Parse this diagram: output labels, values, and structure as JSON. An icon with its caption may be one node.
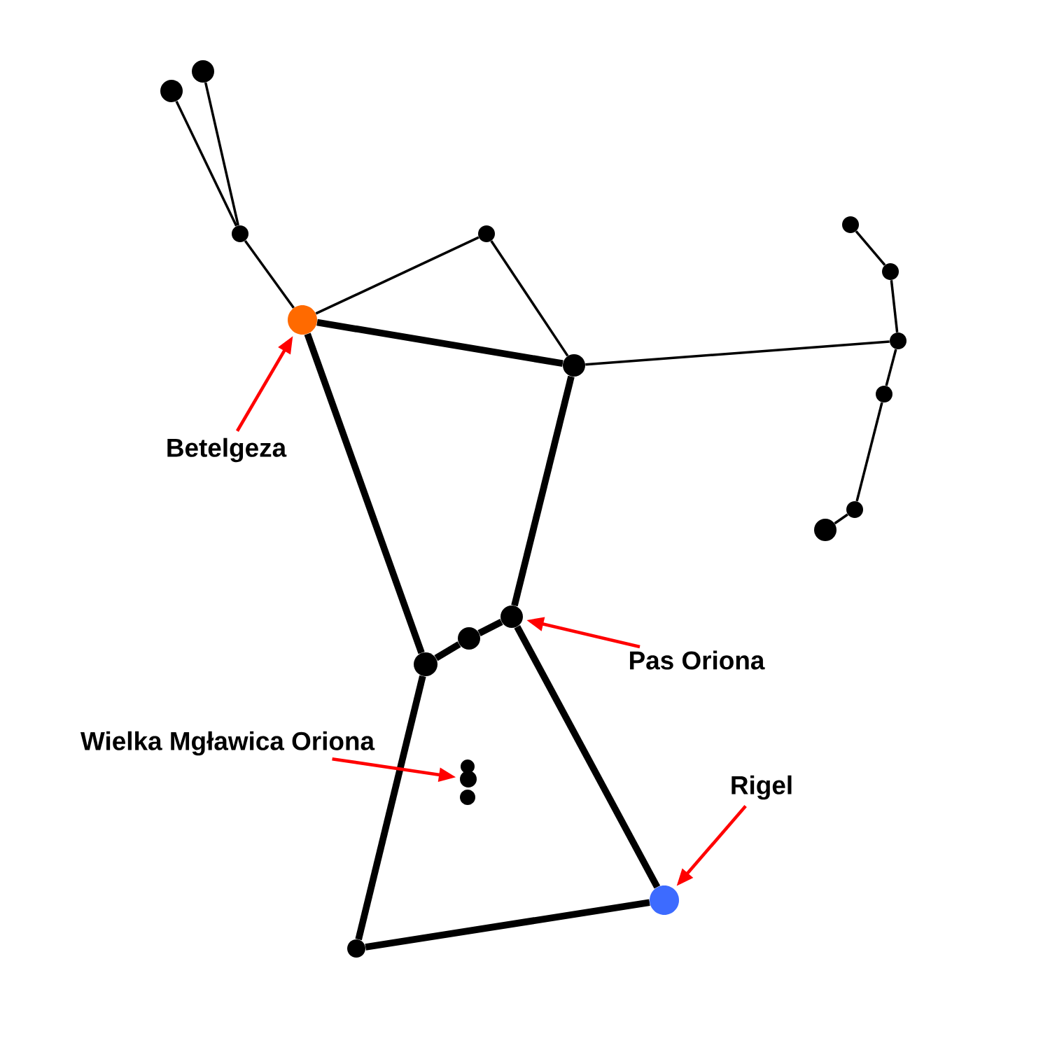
{
  "diagram": {
    "nodes": [
      {
        "text": [],
        "shape": "circle"
      },
      {
        "text": [],
        "shape": "circle"
      },
      {
        "text": [],
        "shape": "circle"
      },
      {
        "text": [],
        "shape": "circle"
      },
      {
        "text": [],
        "shape": "circle"
      },
      {
        "text": [],
        "shape": "circle"
      },
      {
        "text": [],
        "shape": "circle"
      },
      {
        "text": [],
        "shape": "circle"
      },
      {
        "text": [],
        "shape": "circle"
      },
      {
        "text": [],
        "shape": "circle"
      },
      {
        "text": [],
        "shape": "circle"
      },
      {
        "text": [],
        "shape": "circle"
      },
      {
        "text": [],
        "shape": "circle"
      },
      {
        "text": [],
        "shape": "circle"
      },
      {
        "text": [],
        "shape": "circle"
      },
      {
        "text": [],
        "shape": "circle"
      },
      {
        "text": [],
        "shape": "circle"
      },
      {
        "text": [],
        "shape": "circle"
      },
      {
        "text": [],
        "shape": "circle"
      },
      {
        "text": [],
        "shape": "circle"
      },
      {
        "text": [
          "Betelgeza"
        ]
      },
      {
        "text": [
          "Pas Oriona"
        ]
      },
      {
        "text": [
          "Wielka Mgławica Oriona"
        ]
      },
      {
        "text": [
          "Rigel"
        ]
      }
    ],
    "edges": [
      {
        "from": 0,
        "to": 2,
        "arrow": "none"
      },
      {
        "from": 1,
        "to": 2,
        "arrow": "none"
      },
      {
        "from": 2,
        "to": 3,
        "arrow": "none"
      },
      {
        "from": 3,
        "to": 4,
        "arrow": "none"
      },
      {
        "from": 4,
        "to": 5,
        "arrow": "none"
      },
      {
        "from": 3,
        "to": 5,
        "arrow": "none",
        "style": "thick"
      },
      {
        "from": 5,
        "to": 8,
        "arrow": "none"
      },
      {
        "from": 6,
        "to": 7,
        "arrow": "none"
      },
      {
        "from": 7,
        "to": 8,
        "arrow": "none"
      },
      {
        "from": 8,
        "to": 9,
        "arrow": "none"
      },
      {
        "from": 9,
        "to": 10,
        "arrow": "none"
      },
      {
        "from": 10,
        "to": 11,
        "arrow": "none"
      },
      {
        "from": 3,
        "to": 14,
        "arrow": "none",
        "style": "thick"
      },
      {
        "from": 5,
        "to": 12,
        "arrow": "none",
        "style": "thick"
      },
      {
        "from": 12,
        "to": 13,
        "arrow": "none",
        "style": "thick"
      },
      {
        "from": 13,
        "to": 14,
        "arrow": "none",
        "style": "thick"
      },
      {
        "from": 12,
        "to": 18,
        "arrow": "none",
        "style": "thick"
      },
      {
        "from": 14,
        "to": 19,
        "arrow": "none",
        "style": "thick"
      },
      {
        "from": 19,
        "to": 18,
        "arrow": "none",
        "style": "thick"
      },
      {
        "from": 20,
        "to": 3,
        "arrow": "to",
        "color": "#ff0000"
      },
      {
        "from": 21,
        "to": 12,
        "arrow": "to",
        "color": "#ff0000"
      },
      {
        "from": 22,
        "to": 16,
        "arrow": "to",
        "color": "#ff0000"
      },
      {
        "from": 23,
        "to": 18,
        "arrow": "to",
        "color": "#ff0000"
      }
    ]
  }
}
